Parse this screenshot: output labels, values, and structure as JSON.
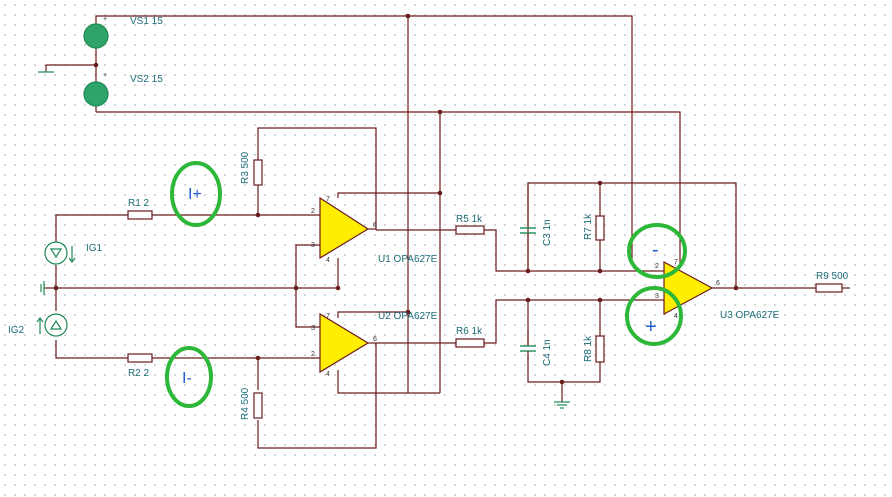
{
  "schematic": {
    "sources": {
      "vs1": "VS1 15",
      "vs2": "VS2 15",
      "ig1": "IG1",
      "ig2": "IG2"
    },
    "resistors": {
      "r1": "R1 2",
      "r2": "R2 2",
      "r3": "R3 500",
      "r4": "R4 500",
      "r5": "R5 1k",
      "r6": "R6 1k",
      "r7": "R7 1k",
      "r8": "R8 1k",
      "r9": "R9 500"
    },
    "capacitors": {
      "c3": "C3 1n",
      "c4": "C4 1n"
    },
    "opamps": {
      "u1": "U1 OPA627E",
      "u2": "U2 OPA627E",
      "u3": "U3 OPA627E"
    },
    "pins": {
      "two": "2",
      "three": "3",
      "four": "4",
      "six": "6",
      "seven": "7",
      "plus": "+"
    },
    "annotations": {
      "i_plus": "I+",
      "i_minus": "I-",
      "minus": "-",
      "plus": "+"
    }
  },
  "colors": {
    "wire": "#6b1c1c",
    "component_label": "#1b6c77",
    "source_outline": "#1f8a56",
    "opamp_fill": "#ffee00",
    "highlight_ring": "#2db83a",
    "annotation_text": "#1f5fd0"
  }
}
